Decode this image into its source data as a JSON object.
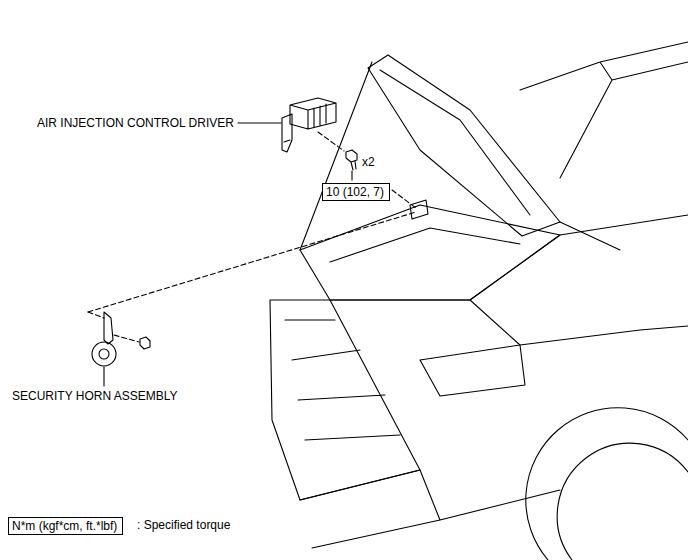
{
  "diagram": {
    "nodes": [
      {
        "text": [
          "10 (102, 7)"
        ]
      },
      {
        "text": [
          "N*m (kgf*cm, ft.*lbf)"
        ]
      }
    ],
    "labels": [
      "AIR INJECTION CONTROL DRIVER",
      "x2",
      "SECURITY HORN ASSEMBLY",
      ": Specified torque"
    ]
  }
}
